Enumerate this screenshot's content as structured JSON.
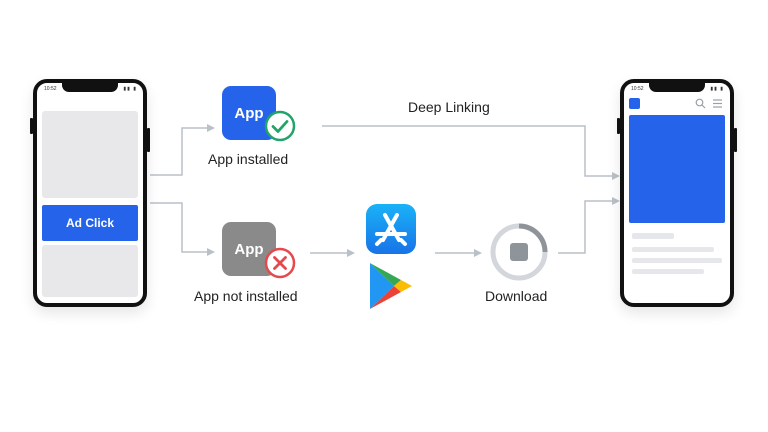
{
  "left_phone": {
    "status_time": "10:52",
    "status_icons": "▮▮ ▮",
    "ad_button": "Ad Click"
  },
  "installed": {
    "app_label": "App",
    "caption": "App installed",
    "tile_color": "#2563eb",
    "badge_color": "#22a36a"
  },
  "not_installed": {
    "app_label": "App",
    "caption": "App not installed",
    "tile_color": "#8a8a8a",
    "badge_color": "#e5484d"
  },
  "deep_linking": "Deep Linking",
  "stores": {
    "app_store_icon": "app-store-icon",
    "play_store_icon": "google-play-icon"
  },
  "download": {
    "caption": "Download"
  },
  "right_phone": {
    "status_time": "10:52",
    "status_icons": "▮▮ ▮"
  },
  "colors": {
    "accent": "#2563eb",
    "connector": "#b9c0c7"
  }
}
